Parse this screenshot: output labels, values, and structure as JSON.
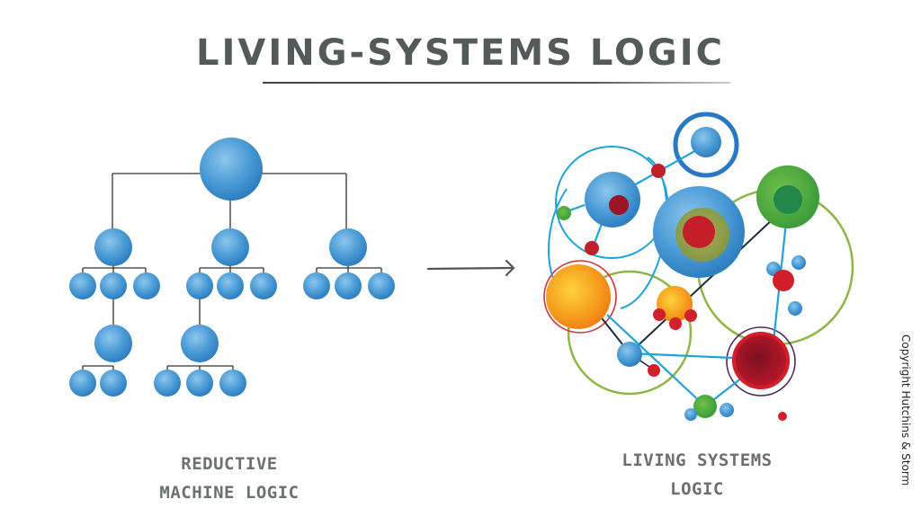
{
  "title": "LIVING-SYSTEMS LOGIC",
  "left_panel": {
    "caption_line1": "REDUCTIVE",
    "caption_line2": "MACHINE LOGIC",
    "diagram_type": "hierarchical tree",
    "node_color": "#4a9ad4"
  },
  "arrow": {
    "direction": "right"
  },
  "right_panel": {
    "caption_line1": "LIVING SYSTEMS",
    "caption_line2": "LOGIC",
    "diagram_type": "interconnected network",
    "colors": {
      "blue": "#3d8fd0",
      "red": "#c41e2a",
      "green": "#3c9a3c",
      "orange": "#f39c1e",
      "olive_ring": "#8db646",
      "cyan_line": "#1ea3dc",
      "dark_line": "#1c2b3a",
      "purple_ring": "#4b2a5a"
    }
  },
  "copyright": "Copyright Hutchins & Storm"
}
